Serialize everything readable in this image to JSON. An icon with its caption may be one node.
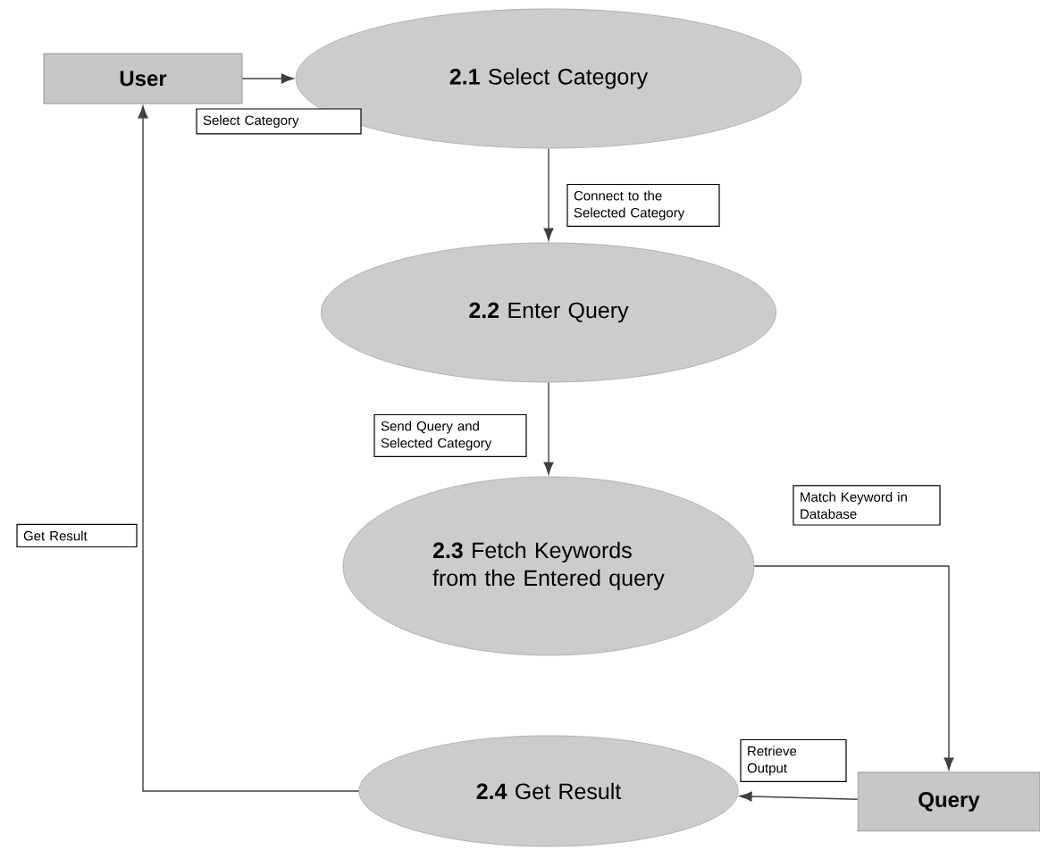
{
  "diagram": {
    "nodes": [
      {
        "text": [
          "User"
        ]
      },
      {
        "text": [
          "**2.1** Select Category"
        ]
      },
      {
        "text": [
          "**2.2** Enter Query"
        ]
      },
      {
        "text": [
          "**2.3** Fetch Keywords from the Entered query"
        ]
      },
      {
        "text": [
          "**2.4** Get Result"
        ]
      },
      {
        "text": [
          "Query"
        ]
      }
    ],
    "edges": [
      {
        "from": 0,
        "to": 1,
        "arrow": "to",
        "label": "Select Category"
      },
      {
        "from": 1,
        "to": 2,
        "arrow": "to",
        "label": "Connect to the Selected Category"
      },
      {
        "from": 2,
        "to": 3,
        "arrow": "to",
        "label": "Send Query and Selected Category"
      },
      {
        "from": 3,
        "to": 5,
        "arrow": "to",
        "label": "Match Keyword in Database"
      },
      {
        "from": 5,
        "to": 4,
        "arrow": "to",
        "label": "Retrieve Output"
      },
      {
        "from": 4,
        "to": 0,
        "arrow": "to",
        "label": "Get Result"
      }
    ]
  }
}
